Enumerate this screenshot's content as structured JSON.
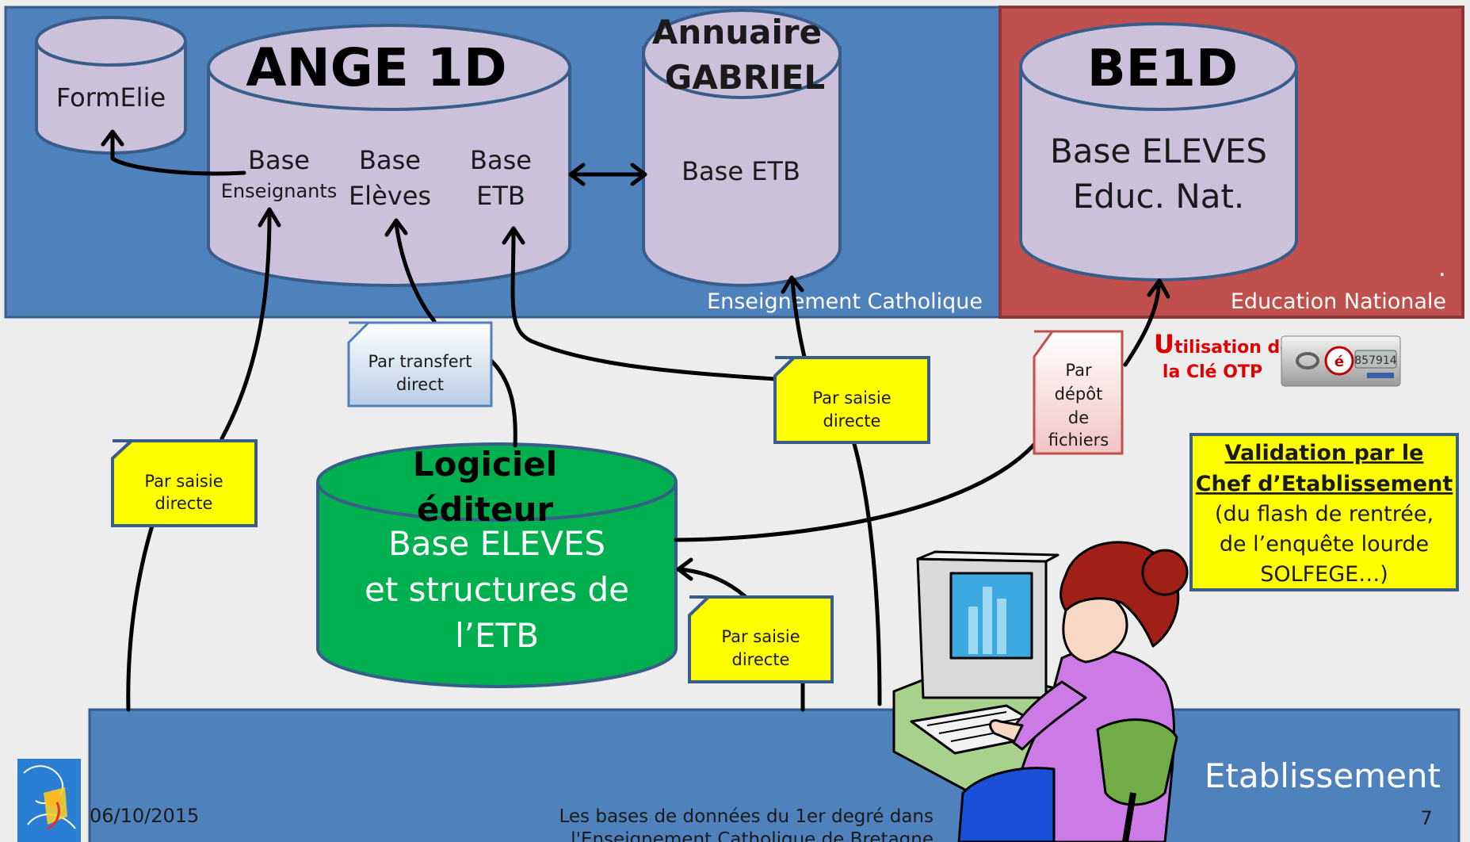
{
  "regions": {
    "catholic_label": "Enseignement Catholique",
    "national_label": "Education Nationale",
    "school_label": "Etablissement",
    "national_dot": "."
  },
  "databases": {
    "formelie": "FormElie",
    "ange_title": "ANGE 1D",
    "ange_base_ens_1": "Base",
    "ange_base_ens_2": "Enseignants",
    "ange_base_eleves_1": "Base",
    "ange_base_eleves_2": "Elèves",
    "ange_base_etb_1": "Base",
    "ange_base_etb_2": "ETB",
    "gabriel_title_1": "Annuaire",
    "gabriel_title_2": "GABRIEL",
    "gabriel_base": "Base ETB",
    "be1d_title": "BE1D",
    "be1d_line_1": "Base ELEVES",
    "be1d_line_2": "Educ. Nat.",
    "logiciel_title_1": "Logiciel",
    "logiciel_title_2": "éditeur",
    "logiciel_line_1": "Base  ELEVES",
    "logiciel_line_2": "et structures de",
    "logiciel_line_3": "l’ETB"
  },
  "notes": {
    "transfert_1": "Par transfert",
    "transfert_2": "direct",
    "saisie_left_1": "Par saisie",
    "saisie_left_2": "directe",
    "saisie_mid_1": "Par saisie",
    "saisie_mid_2": "directe",
    "saisie_bottom_1": "Par saisie",
    "saisie_bottom_2": "directe",
    "depot_1": "Par",
    "depot_2": "dépôt",
    "depot_3": "de",
    "depot_4": "fichiers"
  },
  "otp": {
    "line_1_initial": "U",
    "line_1_rest": "tilisation de",
    "line_2": "la Clé OTP",
    "key_display": "857914"
  },
  "validation": {
    "title_1": "Validation  par  le",
    "title_2": "Chef d’Etablissement",
    "line_1": "(du flash de rentrée,",
    "line_2": "de l’enquête lourde",
    "line_3": "SOLFEGE…)"
  },
  "footer": {
    "date": "06/10/2015",
    "caption_1": "Les bases de données du 1er degré dans",
    "caption_2": "l'Enseignement Catholique de Bretagne",
    "page": "7"
  },
  "colors": {
    "catholic_blue": "#4f81bd",
    "national_red": "#c0504d",
    "db_lilac": "#ccc1da",
    "note_yellow": "#ffff00",
    "logiciel_green": "#00b050",
    "otp_red": "#e00000"
  }
}
